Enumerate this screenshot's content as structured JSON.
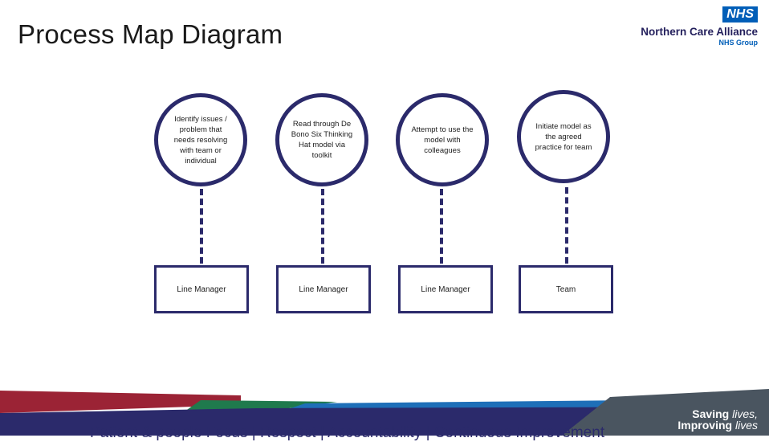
{
  "page": {
    "title": "Process Map Diagram"
  },
  "logo": {
    "badge": "NHS",
    "org": "Northern Care Alliance",
    "group": "NHS Group"
  },
  "steps": [
    {
      "circle": "Identify issues / problem that needs resolving with team or individual",
      "owner": "Line Manager"
    },
    {
      "circle": "Read through De Bono Six Thinking Hat model via toolkit",
      "owner": "Line Manager"
    },
    {
      "circle": "Attempt to use the model with colleagues",
      "owner": "Line Manager"
    },
    {
      "circle": "Initiate model as the agreed practice for team",
      "owner": "Team"
    }
  ],
  "footer": {
    "values": "Patient & people Focus | Respect | Accountability | Continuous Improvement",
    "slogan_line1_bold": "Saving",
    "slogan_line1_italic": "lives,",
    "slogan_line2_bold": "Improving",
    "slogan_line2_italic": "lives"
  },
  "colors": {
    "node_border": "#2b2a6b",
    "nhs_blue": "#005EB8",
    "footer_red": "#9b2335",
    "footer_green": "#1f7a4d",
    "footer_blue": "#1e6fb8",
    "footer_navy": "#2b2a6b",
    "footer_grey": "#4a5560"
  }
}
